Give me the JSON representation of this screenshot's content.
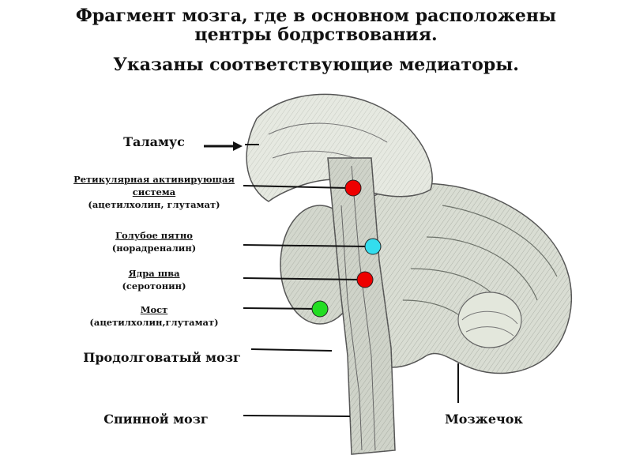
{
  "title": {
    "line1": "Фрагмент мозга, где в основном расположены центры бодрствования.",
    "line2": "Указаны соответствующие медиаторы."
  },
  "labels": {
    "thalamus": "Таламус",
    "reticular": {
      "name_line1": "Ретикулярная активирующая",
      "name_line2": "система",
      "mediators": "(ацетилхолин, глутамат)"
    },
    "locus": {
      "name": "Голубое пятно",
      "mediators": "(норадреналин)"
    },
    "raphe": {
      "name": "Ядра шва",
      "mediators": "(серотонин)"
    },
    "pons": {
      "name": "Мост",
      "mediators": "(ацетилхолин,глутамат)"
    },
    "medulla": "Продолговатый мозг",
    "spinal": "Спинной мозг",
    "cerebellum": "Мозжечок"
  },
  "marker_colors": {
    "reticular": "#ee0000",
    "locus": "#33ddee",
    "raphe": "#ee0000",
    "pons": "#22dd22"
  }
}
